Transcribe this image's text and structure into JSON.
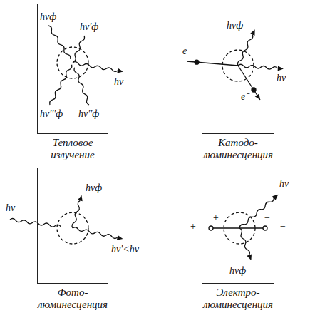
{
  "diagram": {
    "nodes": [
      {
        "text": [
          "Тепловое излучение"
        ]
      },
      {
        "text": [
          "Катодо-люминесценция"
        ]
      },
      {
        "text": [
          "Фото-люминесценция"
        ]
      },
      {
        "text": [
          "Электро-люминесценция"
        ]
      }
    ],
    "labels": [
      "hνф",
      "hν'ф",
      "hν",
      "hν'''ф",
      "hν''ф",
      "hνф",
      "e⁻",
      "hν",
      "e⁻",
      "hν",
      "hνф",
      "hν'<hν",
      "+",
      "+",
      "hν",
      "−",
      "−",
      "hνф"
    ]
  }
}
